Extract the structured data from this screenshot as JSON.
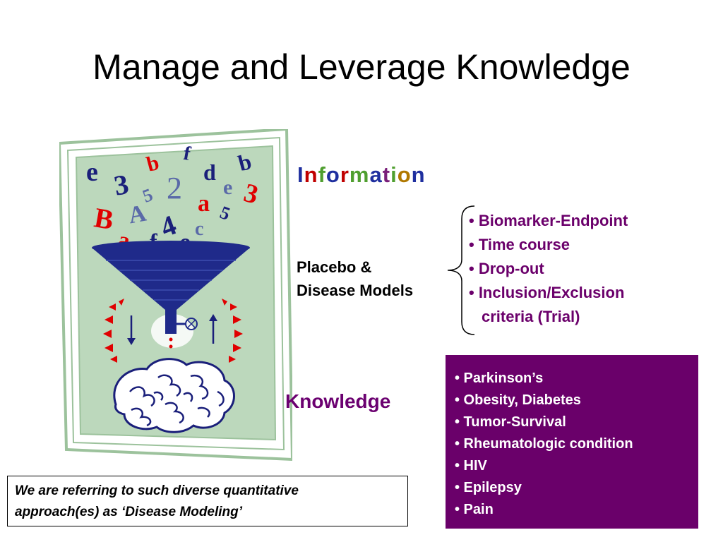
{
  "slide": {
    "title": "Manage and Leverage Knowledge",
    "information_word": {
      "letters": [
        "I",
        "n",
        "f",
        "o",
        "r",
        "m",
        "a",
        "t",
        "i",
        "o",
        "n"
      ],
      "colors": [
        "#1f2f9f",
        "#c00000",
        "#4f9f2f",
        "#1f2f9f",
        "#c00000",
        "#4f9f2f",
        "#1f2f9f",
        "#7a1f7a",
        "#4f9f2f",
        "#b07800",
        "#1f2f9f"
      ]
    },
    "placebo": {
      "line1": "Placebo &",
      "line2": "Disease Models"
    },
    "model_aspects": [
      "• Biomarker-Endpoint",
      "• Time course",
      "• Drop-out",
      "• Inclusion/Exclusion",
      "criteria (Trial)"
    ],
    "knowledge_label": "Knowledge",
    "diseases": [
      "• Parkinson’s",
      "• Obesity, Diabetes",
      "• Tumor-Survival",
      "• Rheumatologic condition",
      "• HIV",
      "• Epilepsy",
      "• Pain"
    ],
    "note": {
      "line1": "We are referring to such diverse quantitative",
      "line2": "approach(es) as ‘Disease Modeling’"
    },
    "illustration": {
      "glyphs": [
        "e",
        "3",
        "b",
        "f",
        "d",
        "b",
        "5",
        "2",
        "e",
        "3",
        "B",
        "A",
        "a",
        "5",
        "a",
        "f",
        "4",
        "c",
        "e"
      ],
      "colors": {
        "navy": "#1a1f7a",
        "red": "#e00000",
        "grey": "#5a6aa8",
        "bg": "#bcd8bc",
        "funnel": "#1f2a8a"
      }
    },
    "colors": {
      "purple_text": "#6b006b",
      "purple_box": "#6a006a"
    }
  }
}
